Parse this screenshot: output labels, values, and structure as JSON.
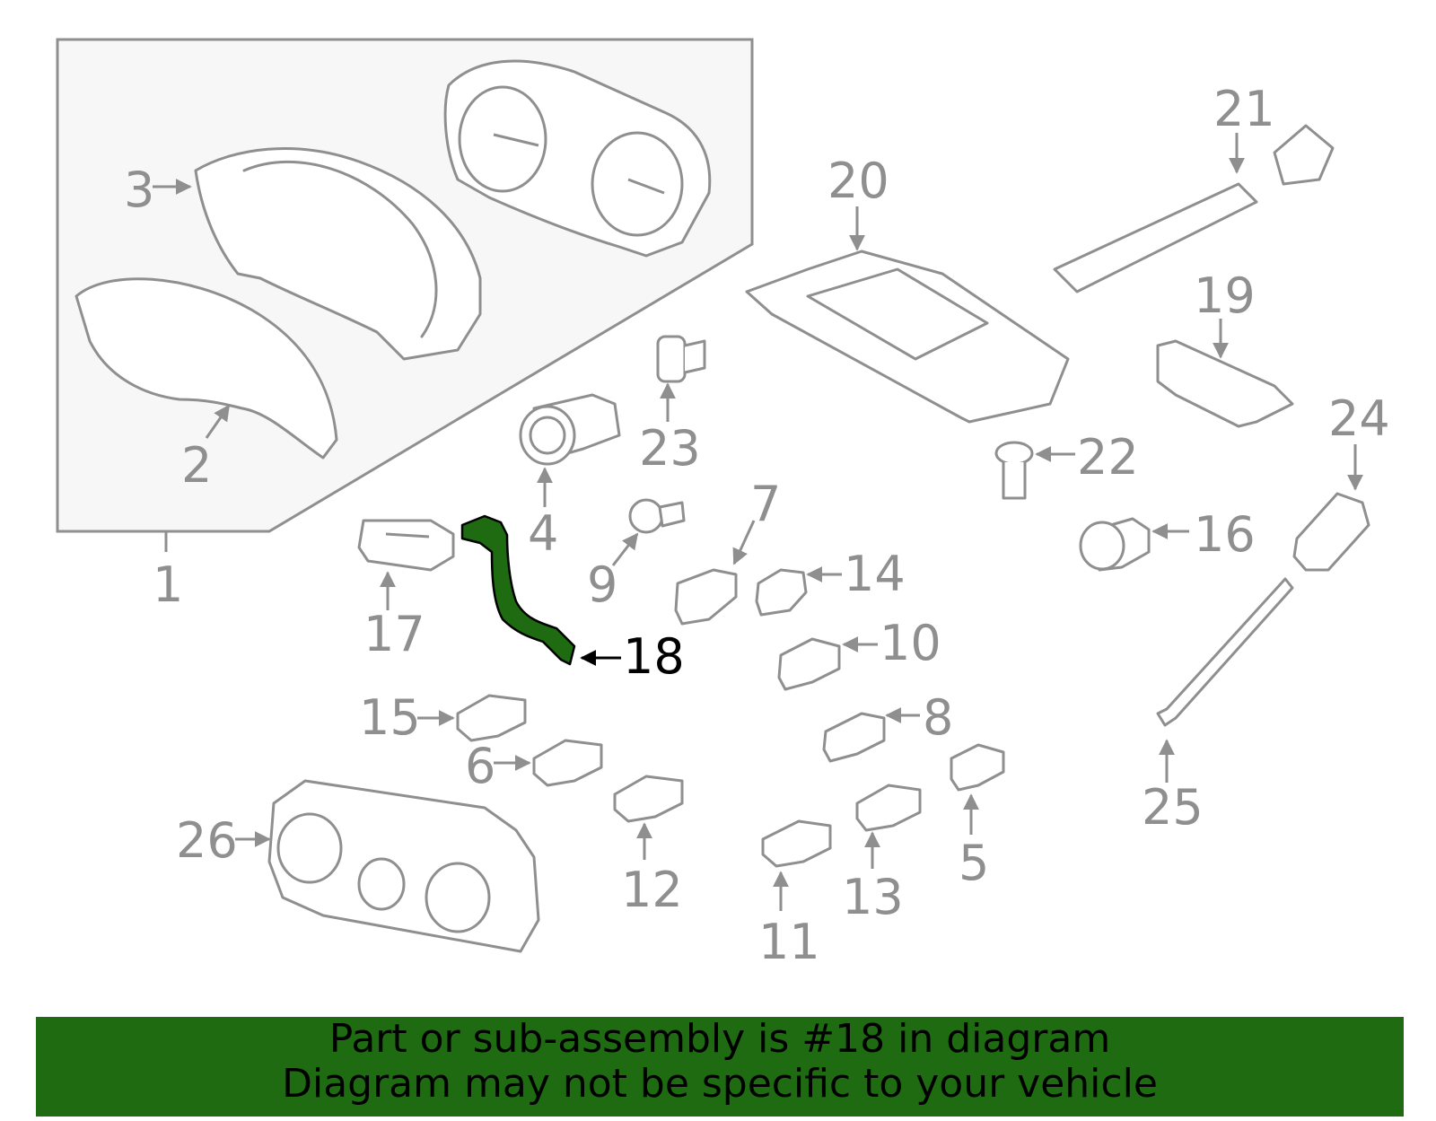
{
  "diagram": {
    "highlight_part": "18",
    "highlight_color": "#1e6b12",
    "line_color": "#8f8f8f",
    "callouts": [
      "1",
      "2",
      "3",
      "4",
      "5",
      "6",
      "7",
      "8",
      "9",
      "10",
      "11",
      "12",
      "13",
      "14",
      "15",
      "16",
      "17",
      "18",
      "19",
      "20",
      "21",
      "22",
      "23",
      "24",
      "25",
      "26"
    ]
  },
  "banner": {
    "line1": "Part or sub-assembly is #18 in diagram",
    "line2": "Diagram may not be specific to your vehicle",
    "background": "#1e6b12"
  }
}
